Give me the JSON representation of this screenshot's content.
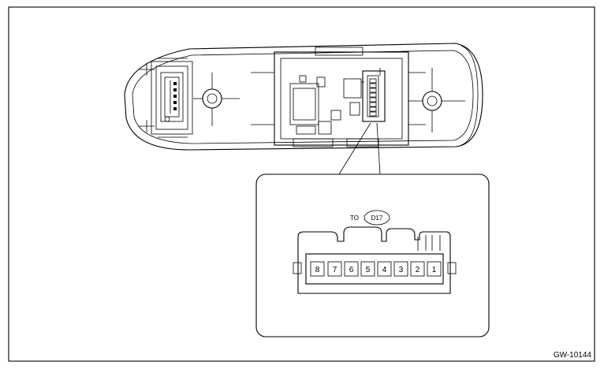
{
  "diagram": {
    "connector_callout_prefix": "TO",
    "connector_id": "D17",
    "pins": [
      "8",
      "7",
      "6",
      "5",
      "4",
      "3",
      "2",
      "1"
    ],
    "figure_id": "GW-10144"
  }
}
